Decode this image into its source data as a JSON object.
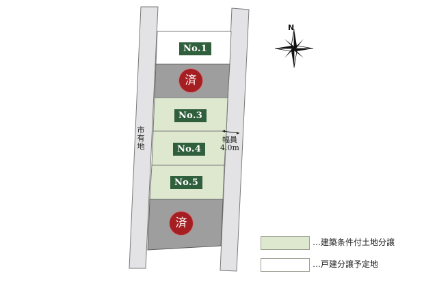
{
  "colors": {
    "road_fill": "#e3e3e5",
    "road_edge": "#7a7a7a",
    "lot_white": "#ffffff",
    "lot_sold": "#9e9e9e",
    "lot_green": "#dde8cf",
    "lot_label_bg": "#2f5f3c",
    "sold_badge": "#a51e22"
  },
  "lots": [
    {
      "id": "no1",
      "label": "No.1",
      "status": "戸建分譲予定地"
    },
    {
      "id": "sold-upper",
      "label": "済",
      "status": "sold"
    },
    {
      "id": "no3",
      "label": "No.3",
      "status": "建築条件付土地分譲"
    },
    {
      "id": "no4",
      "label": "No.4",
      "status": "建築条件付土地分譲"
    },
    {
      "id": "no5",
      "label": "No.5",
      "status": "建築条件付土地分譲"
    },
    {
      "id": "sold-lower",
      "label": "済",
      "status": "sold"
    }
  ],
  "left_road": {
    "label": "市有地",
    "chars": [
      "市",
      "有",
      "地"
    ]
  },
  "right_road": {
    "width_label_line1": "幅員",
    "width_label_line2": "4.0m"
  },
  "compass": {
    "north_label": "N"
  },
  "legend": [
    {
      "swatch": "green",
      "text": "…建築条件付土地分譲"
    },
    {
      "swatch": "white",
      "text": "…戸建分譲予定地"
    }
  ]
}
